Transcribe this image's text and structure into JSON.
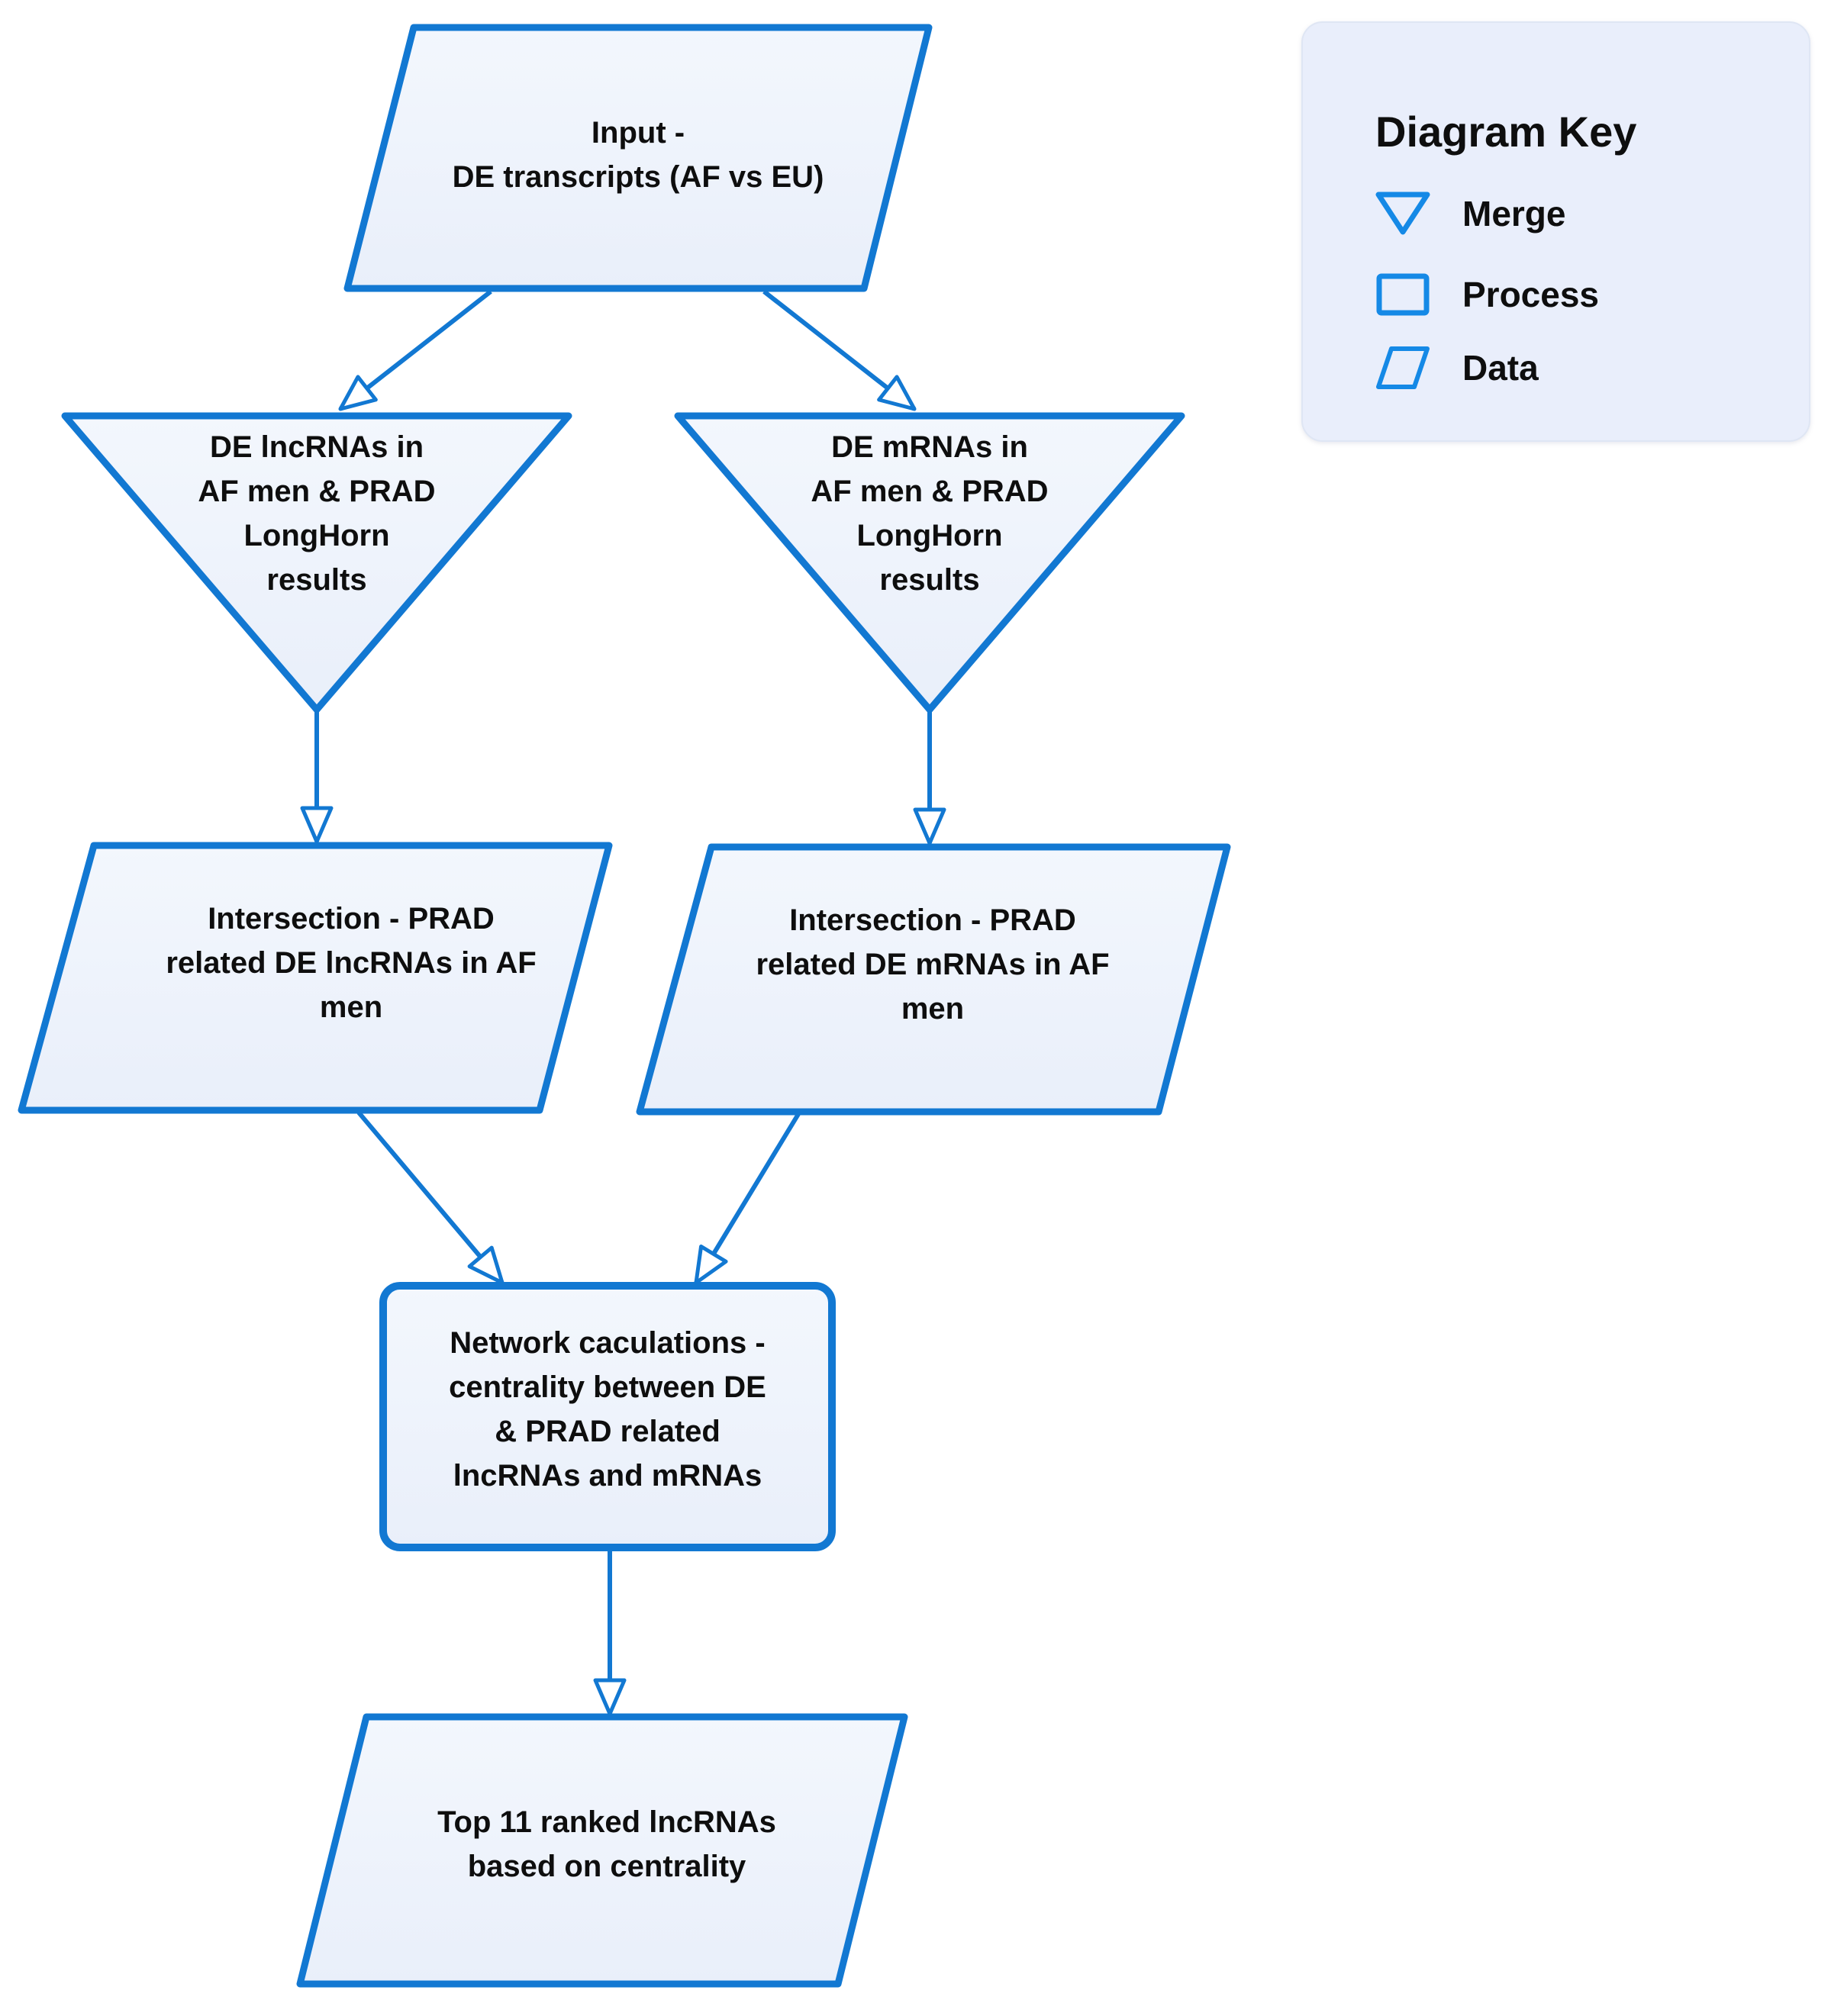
{
  "nodes": {
    "input": {
      "label": "Input -\nDE transcripts (AF vs EU)",
      "type": "Data"
    },
    "merge_lncrnas": {
      "label": "DE lncRNAs in\nAF men & PRAD\nLongHorn\nresults",
      "type": "Merge"
    },
    "merge_mrnas": {
      "label": "DE mRNAs in\nAF men & PRAD\nLongHorn\nresults",
      "type": "Merge"
    },
    "intersection_lncrnas": {
      "label": "Intersection - PRAD\nrelated DE lncRNAs in AF\nmen",
      "type": "Data"
    },
    "intersection_mrnas": {
      "label": "Intersection - PRAD\nrelated DE mRNAs in AF\nmen",
      "type": "Data"
    },
    "network_calculations": {
      "label": "Network caculations -\ncentrality between DE\n& PRAD related\nlncRNAs and mRNAs",
      "type": "Process"
    },
    "output": {
      "label": "Top 11 ranked lncRNAs\nbased on centrality",
      "type": "Data"
    }
  },
  "edges": [
    {
      "from": "input",
      "to": "merge_lncrnas"
    },
    {
      "from": "input",
      "to": "merge_mrnas"
    },
    {
      "from": "merge_lncrnas",
      "to": "intersection_lncrnas"
    },
    {
      "from": "merge_mrnas",
      "to": "intersection_mrnas"
    },
    {
      "from": "intersection_lncrnas",
      "to": "network_calculations"
    },
    {
      "from": "intersection_mrnas",
      "to": "network_calculations"
    },
    {
      "from": "network_calculations",
      "to": "output"
    }
  ],
  "key": {
    "title": "Diagram Key",
    "items": [
      {
        "icon": "merge-triangle-icon",
        "label": "Merge"
      },
      {
        "icon": "process-rectangle-icon",
        "label": "Process"
      },
      {
        "icon": "data-parallelogram-icon",
        "label": "Data"
      }
    ]
  },
  "colors": {
    "shape_stroke": "#1278d2",
    "icon_stroke": "#1589e6",
    "shape_fill_top": "#f3f7fd",
    "shape_fill_bottom": "#e9effa",
    "key_fill": "#e9eefb",
    "text": "#0e0e0e",
    "background": "#ffffff"
  }
}
